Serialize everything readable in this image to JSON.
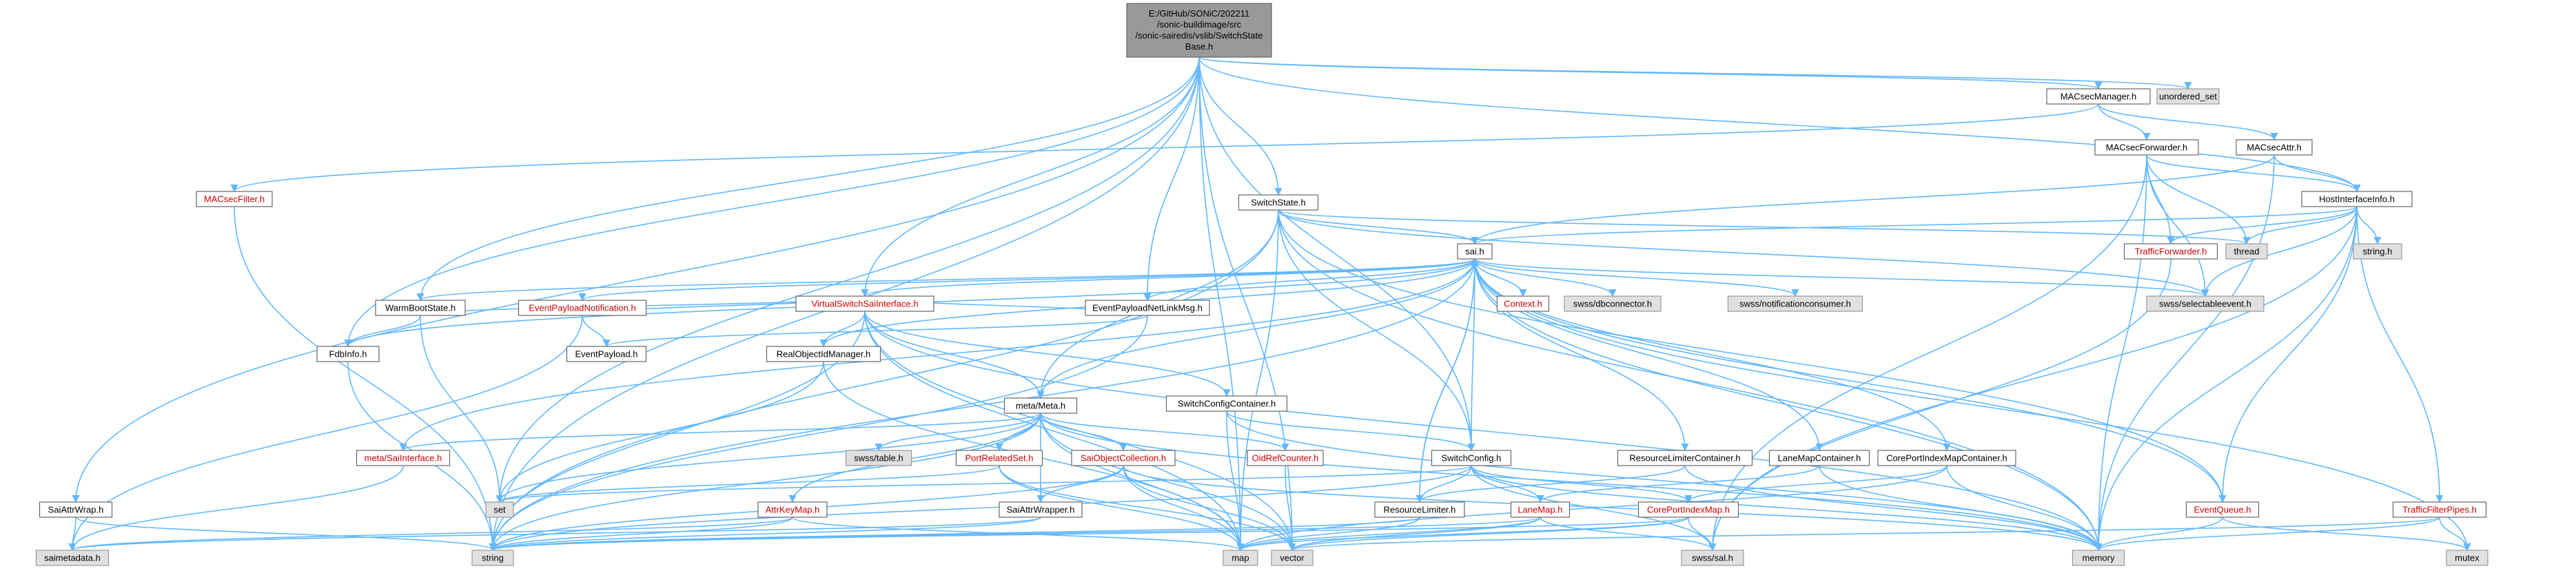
{
  "root": {
    "lines": [
      "E:/GitHub/SONiC/202211",
      "/sonic-buildimage/src",
      "/sonic-sairedis/vslib/SwitchState",
      "Base.h"
    ]
  },
  "nodes": [
    {
      "id": "unordered_set",
      "label": "unordered_set",
      "style": "grey"
    },
    {
      "id": "macsecmanager",
      "label": "MACsecManager.h",
      "style": "white"
    },
    {
      "id": "macsecforwarder",
      "label": "MACsecForwarder.h",
      "style": "white"
    },
    {
      "id": "macsecattr",
      "label": "MACsecAttr.h",
      "style": "white"
    },
    {
      "id": "macsecfilter",
      "label": "MACsecFilter.h",
      "style": "red"
    },
    {
      "id": "hostinterfaceinfo",
      "label": "HostInterfaceInfo.h",
      "style": "white"
    },
    {
      "id": "switchstate",
      "label": "SwitchState.h",
      "style": "white"
    },
    {
      "id": "thread",
      "label": "thread",
      "style": "grey"
    },
    {
      "id": "stringh",
      "label": "string.h",
      "style": "grey"
    },
    {
      "id": "trafficforwarder",
      "label": "TrafficForwarder.h",
      "style": "red"
    },
    {
      "id": "saih",
      "label": "sai.h",
      "style": "white"
    },
    {
      "id": "virtualswitch",
      "label": "VirtualSwitchSaiInterface.h",
      "style": "red"
    },
    {
      "id": "contexth",
      "label": "Context.h",
      "style": "red"
    },
    {
      "id": "dbconnector",
      "label": "swss/dbconnector.h",
      "style": "grey"
    },
    {
      "id": "notifconsumer",
      "label": "swss/notificationconsumer.h",
      "style": "grey"
    },
    {
      "id": "selectableevent",
      "label": "swss/selectableevent.h",
      "style": "grey"
    },
    {
      "id": "warmboot",
      "label": "WarmBootState.h",
      "style": "white"
    },
    {
      "id": "eventpayloadnotif",
      "label": "EventPayloadNotification.h",
      "style": "red"
    },
    {
      "id": "realobjectid",
      "label": "RealObjectIdManager.h",
      "style": "white"
    },
    {
      "id": "eventpayloadnetlink",
      "label": "EventPayloadNetLinkMsg.h",
      "style": "white"
    },
    {
      "id": "fdbinfo",
      "label": "FdbInfo.h",
      "style": "white"
    },
    {
      "id": "eventpayload",
      "label": "EventPayload.h",
      "style": "white"
    },
    {
      "id": "switchconfigcontainer",
      "label": "SwitchConfigContainer.h",
      "style": "white"
    },
    {
      "id": "metameta",
      "label": "meta/Meta.h",
      "style": "white"
    },
    {
      "id": "switchconfig",
      "label": "SwitchConfig.h",
      "style": "white"
    },
    {
      "id": "resourcelimitercontainer",
      "label": "ResourceLimiterContainer.h",
      "style": "white"
    },
    {
      "id": "lanemapcontainer",
      "label": "LaneMapContainer.h",
      "style": "white"
    },
    {
      "id": "coreportindexmapcontainer",
      "label": "CorePortIndexMapContainer.h",
      "style": "white"
    },
    {
      "id": "metasaiinterface",
      "label": "meta/SaiInterface.h",
      "style": "red"
    },
    {
      "id": "swsstable",
      "label": "swss/table.h",
      "style": "grey"
    },
    {
      "id": "portrelatedset",
      "label": "PortRelatedSet.h",
      "style": "red"
    },
    {
      "id": "saiobjectcollection",
      "label": "SaiObjectCollection.h",
      "style": "red"
    },
    {
      "id": "oidrefcounter",
      "label": "OidRefCounter.h",
      "style": "red"
    },
    {
      "id": "eventqueue",
      "label": "EventQueue.h",
      "style": "red"
    },
    {
      "id": "trafficfilterpipes",
      "label": "TrafficFilterPipes.h",
      "style": "red"
    },
    {
      "id": "set",
      "label": "set",
      "style": "grey"
    },
    {
      "id": "saiattrwrap",
      "label": "SaiAttrWrap.h",
      "style": "white"
    },
    {
      "id": "attrkeymap",
      "label": "AttrKeyMap.h",
      "style": "red"
    },
    {
      "id": "saiattrwrapper",
      "label": "SaiAttrWrapper.h",
      "style": "white"
    },
    {
      "id": "resourcelimiter",
      "label": "ResourceLimiter.h",
      "style": "white"
    },
    {
      "id": "lanemap",
      "label": "LaneMap.h",
      "style": "red"
    },
    {
      "id": "coreportindexmap",
      "label": "CorePortIndexMap.h",
      "style": "red"
    },
    {
      "id": "saimetadata",
      "label": "saimetadata.h",
      "style": "grey"
    },
    {
      "id": "string",
      "label": "string",
      "style": "grey"
    },
    {
      "id": "map",
      "label": "map",
      "style": "grey"
    },
    {
      "id": "vector",
      "label": "vector",
      "style": "grey"
    },
    {
      "id": "swsssal",
      "label": "swss/sal.h",
      "style": "grey"
    },
    {
      "id": "memory",
      "label": "memory",
      "style": "grey"
    },
    {
      "id": "mutex",
      "label": "mutex",
      "style": "grey"
    }
  ],
  "edges": [
    [
      "root",
      "unordered_set"
    ],
    [
      "root",
      "macsecmanager"
    ],
    [
      "root",
      "switchstate"
    ],
    [
      "root",
      "hostinterfaceinfo"
    ],
    [
      "root",
      "warmboot"
    ],
    [
      "root",
      "fdbinfo"
    ],
    [
      "root",
      "virtualswitch"
    ],
    [
      "root",
      "eventpayloadnetlink"
    ],
    [
      "root",
      "set"
    ],
    [
      "root",
      "string"
    ],
    [
      "root",
      "vector"
    ],
    [
      "root",
      "map"
    ],
    [
      "root",
      "switchconfig"
    ],
    [
      "root",
      "saiattrwrap"
    ],
    [
      "macsecmanager",
      "macsecforwarder"
    ],
    [
      "macsecmanager",
      "macsecattr"
    ],
    [
      "macsecmanager",
      "macsecfilter"
    ],
    [
      "macsecforwarder",
      "hostinterfaceinfo"
    ],
    [
      "macsecforwarder",
      "trafficforwarder"
    ],
    [
      "macsecforwarder",
      "thread"
    ],
    [
      "macsecforwarder",
      "selectableevent"
    ],
    [
      "macsecforwarder",
      "memory"
    ],
    [
      "macsecforwarder",
      "swsssal"
    ],
    [
      "macsecattr",
      "hostinterfaceinfo"
    ],
    [
      "macsecattr",
      "memory"
    ],
    [
      "macsecattr",
      "saih"
    ],
    [
      "macsecfilter",
      "string"
    ],
    [
      "hostinterfaceinfo",
      "saih"
    ],
    [
      "hostinterfaceinfo",
      "thread"
    ],
    [
      "hostinterfaceinfo",
      "stringh"
    ],
    [
      "hostinterfaceinfo",
      "trafficforwarder"
    ],
    [
      "hostinterfaceinfo",
      "selectableevent"
    ],
    [
      "hostinterfaceinfo",
      "eventqueue"
    ],
    [
      "hostinterfaceinfo",
      "trafficfilterpipes"
    ],
    [
      "hostinterfaceinfo",
      "memory"
    ],
    [
      "hostinterfaceinfo",
      "swsssal"
    ],
    [
      "trafficforwarder",
      "swsssal"
    ],
    [
      "switchstate",
      "saih"
    ],
    [
      "switchstate",
      "thread"
    ],
    [
      "switchstate",
      "metameta"
    ],
    [
      "switchstate",
      "switchconfig"
    ],
    [
      "switchstate",
      "selectableevent"
    ],
    [
      "switchstate",
      "string"
    ],
    [
      "switchstate",
      "map"
    ],
    [
      "switchstate",
      "memory"
    ],
    [
      "switchstate",
      "eventqueue"
    ],
    [
      "saih",
      "contexth"
    ],
    [
      "saih",
      "dbconnector"
    ],
    [
      "saih",
      "notifconsumer"
    ],
    [
      "saih",
      "selectableevent"
    ],
    [
      "saih",
      "virtualswitch"
    ],
    [
      "saih",
      "eventpayloadnotif"
    ],
    [
      "saih",
      "realobjectid"
    ],
    [
      "saih",
      "eventpayloadnetlink"
    ],
    [
      "saih",
      "metameta"
    ],
    [
      "saih",
      "switchconfig"
    ],
    [
      "saih",
      "resourcelimitercontainer"
    ],
    [
      "saih",
      "lanemapcontainer"
    ],
    [
      "saih",
      "coreportindexmapcontainer"
    ],
    [
      "saih",
      "memory"
    ],
    [
      "saih",
      "mutex"
    ],
    [
      "saih",
      "string"
    ],
    [
      "saih",
      "fdbinfo"
    ],
    [
      "saih",
      "warmboot"
    ],
    [
      "saih",
      "metasaiinterface"
    ],
    [
      "saih",
      "resourcelimiter"
    ],
    [
      "saih",
      "eventqueue"
    ],
    [
      "virtualswitch",
      "warmboot"
    ],
    [
      "virtualswitch",
      "eventpayloadnotif"
    ],
    [
      "virtualswitch",
      "realobjectid"
    ],
    [
      "virtualswitch",
      "eventpayloadnetlink"
    ],
    [
      "virtualswitch",
      "metameta"
    ],
    [
      "virtualswitch",
      "string"
    ],
    [
      "virtualswitch",
      "memory"
    ],
    [
      "virtualswitch",
      "map"
    ],
    [
      "virtualswitch",
      "vector"
    ],
    [
      "virtualswitch",
      "switchconfigcontainer"
    ],
    [
      "warmboot",
      "fdbinfo"
    ],
    [
      "warmboot",
      "set"
    ],
    [
      "eventpayloadnotif",
      "eventpayload"
    ],
    [
      "eventpayloadnotif",
      "saimetadata"
    ],
    [
      "realobjectid",
      "set"
    ],
    [
      "realobjectid",
      "map"
    ],
    [
      "eventpayloadnetlink",
      "eventpayload"
    ],
    [
      "eventpayloadnetlink",
      "string"
    ],
    [
      "fdbinfo",
      "string"
    ],
    [
      "switchconfigcontainer",
      "switchconfig"
    ],
    [
      "switchconfigcontainer",
      "map"
    ],
    [
      "switchconfigcontainer",
      "memory"
    ],
    [
      "metameta",
      "metasaiinterface"
    ],
    [
      "metameta",
      "swsstable"
    ],
    [
      "metameta",
      "portrelatedset"
    ],
    [
      "metameta",
      "saiobjectcollection"
    ],
    [
      "metameta",
      "oidrefcounter"
    ],
    [
      "metameta",
      "attrkeymap"
    ],
    [
      "metameta",
      "saiattrwrapper"
    ],
    [
      "metameta",
      "set"
    ],
    [
      "metameta",
      "string"
    ],
    [
      "metameta",
      "vector"
    ],
    [
      "metameta",
      "memory"
    ],
    [
      "metameta",
      "map"
    ],
    [
      "switchconfig",
      "resourcelimiter"
    ],
    [
      "switchconfig",
      "lanemap"
    ],
    [
      "switchconfig",
      "coreportindexmap"
    ],
    [
      "switchconfig",
      "string"
    ],
    [
      "switchconfig",
      "memory"
    ],
    [
      "switchconfig",
      "swsssal"
    ],
    [
      "switchconfig",
      "set"
    ],
    [
      "resourcelimitercontainer",
      "resourcelimiter"
    ],
    [
      "resourcelimitercontainer",
      "memory"
    ],
    [
      "lanemapcontainer",
      "lanemap"
    ],
    [
      "lanemapcontainer",
      "memory"
    ],
    [
      "coreportindexmapcontainer",
      "coreportindexmap"
    ],
    [
      "coreportindexmapcontainer",
      "memory"
    ],
    [
      "coreportindexmapcontainer",
      "map"
    ],
    [
      "metasaiinterface",
      "saimetadata"
    ],
    [
      "portrelatedset",
      "set"
    ],
    [
      "portrelatedset",
      "map"
    ],
    [
      "portrelatedset",
      "vector"
    ],
    [
      "saiobjectcollection",
      "saiattrwrapper"
    ],
    [
      "saiobjectcollection",
      "string"
    ],
    [
      "saiobjectcollection",
      "map"
    ],
    [
      "saiobjectcollection",
      "memory"
    ],
    [
      "saiobjectcollection",
      "vector"
    ],
    [
      "oidrefcounter",
      "vector"
    ],
    [
      "attrkeymap",
      "string"
    ],
    [
      "attrkeymap",
      "map"
    ],
    [
      "attrkeymap",
      "saimetadata"
    ],
    [
      "saiattrwrapper",
      "saimetadata"
    ],
    [
      "saiattrwrapper",
      "string"
    ],
    [
      "eventqueue",
      "mutex"
    ],
    [
      "eventqueue",
      "memory"
    ],
    [
      "trafficfilterpipes",
      "memory"
    ],
    [
      "trafficfilterpipes",
      "mutex"
    ],
    [
      "trafficfilterpipes",
      "vector"
    ],
    [
      "saiattrwrap",
      "saimetadata"
    ],
    [
      "saiattrwrap",
      "string"
    ],
    [
      "resourcelimiter",
      "saih"
    ],
    [
      "resourcelimiter",
      "map"
    ],
    [
      "resourcelimiter",
      "string"
    ],
    [
      "lanemap",
      "vector"
    ],
    [
      "lanemap",
      "swsssal"
    ],
    [
      "lanemap",
      "string"
    ],
    [
      "lanemap",
      "map"
    ],
    [
      "coreportindexmap",
      "vector"
    ],
    [
      "coreportindexmap",
      "swsssal"
    ],
    [
      "coreportindexmap",
      "string"
    ],
    [
      "coreportindexmap",
      "map"
    ]
  ]
}
